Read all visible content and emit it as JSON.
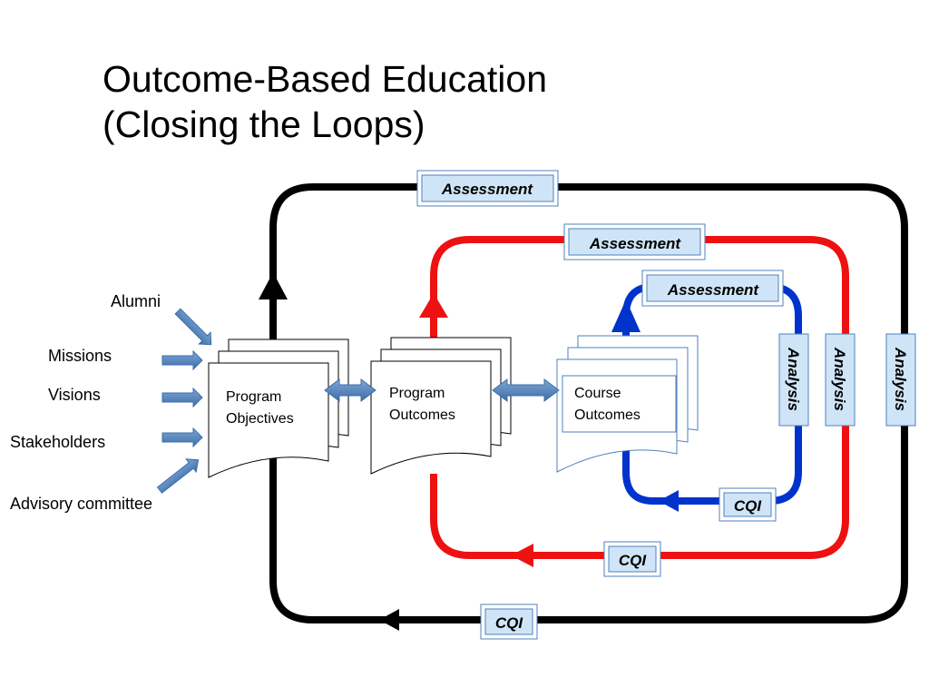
{
  "title": {
    "line1": "Outcome-Based Education",
    "line2": "(Closing the Loops)"
  },
  "inputs": {
    "alumni": "Alumni",
    "missions": "Missions",
    "visions": "Visions",
    "stakeholders": "Stakeholders",
    "advisory": "Advisory committee"
  },
  "documents": {
    "program_objectives": [
      "Program",
      "Objectives"
    ],
    "program_outcomes": [
      "Program",
      "Outcomes"
    ],
    "course_outcomes": [
      "Course",
      "Outcomes"
    ]
  },
  "loops": {
    "outer": {
      "color": "#000000",
      "assessment": "Assessment",
      "analysis": "Analysis",
      "cqi": "CQI"
    },
    "middle": {
      "color": "#ee1111",
      "assessment": "Assessment",
      "analysis": "Analysis",
      "cqi": "CQI"
    },
    "inner": {
      "color": "#0033cc",
      "assessment": "Assessment",
      "analysis": "Analysis",
      "cqi": "CQI"
    }
  },
  "colors": {
    "label_box_fill": "#cfe5f7",
    "label_box_stroke": "#4f81bd",
    "connector_arrow": "#4f81bd"
  }
}
